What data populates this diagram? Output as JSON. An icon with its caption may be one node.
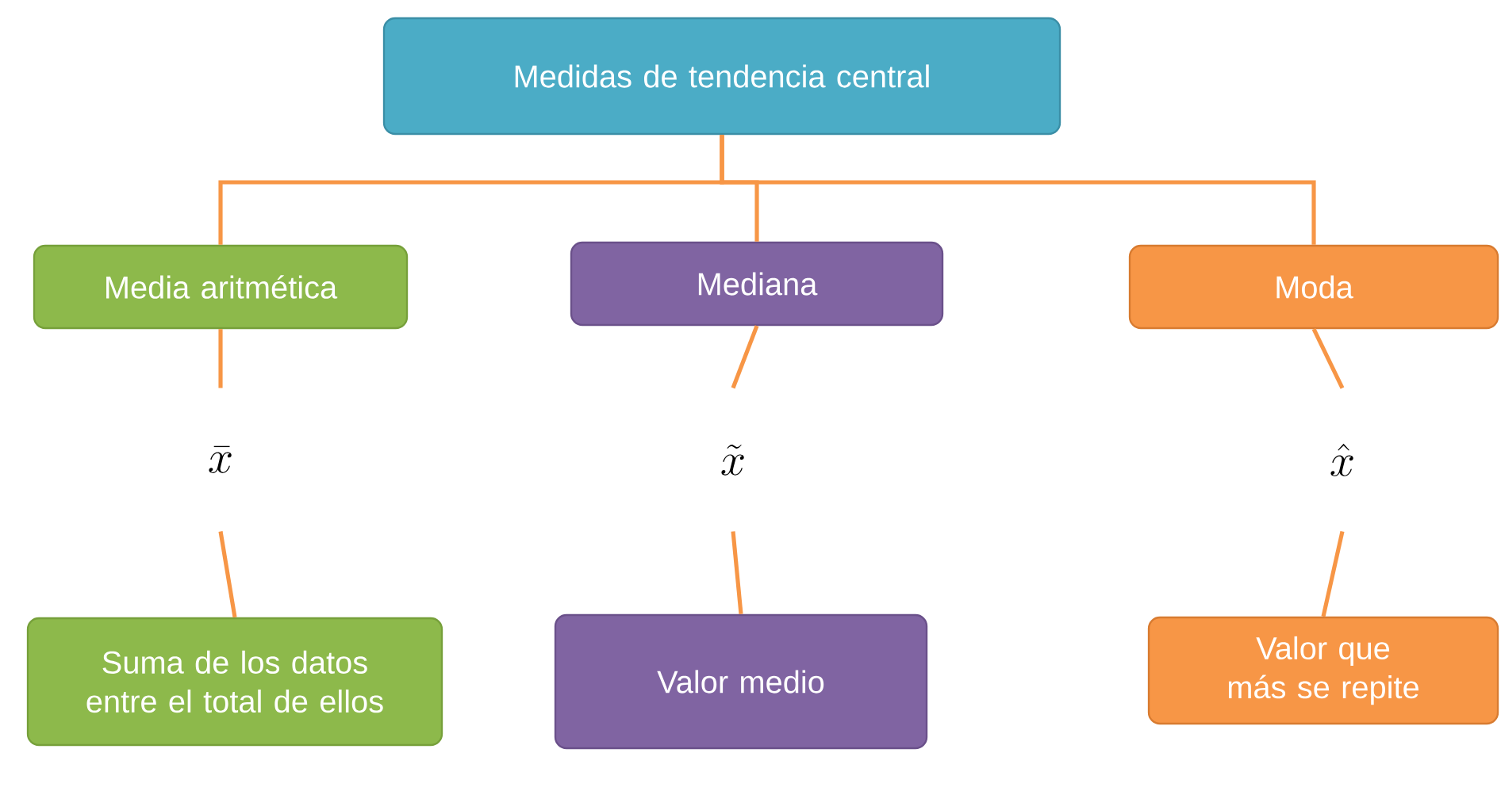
{
  "diagram": {
    "nodes": [
      {
        "text": [
          "Medidas de tendencia central"
        ]
      },
      {
        "text": [
          "Media aritmética"
        ]
      },
      {
        "text": [
          "Mediana"
        ]
      },
      {
        "text": [
          "Moda"
        ]
      },
      {
        "text": [
          "\\bar{x}"
        ]
      },
      {
        "text": [
          "\\tilde{x}"
        ]
      },
      {
        "text": [
          "\\hat{x}"
        ]
      },
      {
        "text": [
          "Suma de los datos entre el total de ellos"
        ]
      },
      {
        "text": [
          "Valor medio"
        ]
      },
      {
        "text": [
          "Valor que más se repite"
        ]
      }
    ],
    "edges": [
      {
        "from": 0,
        "to": 1,
        "arrow": "none"
      },
      {
        "from": 0,
        "to": 2,
        "arrow": "none"
      },
      {
        "from": 0,
        "to": 3,
        "arrow": "none"
      },
      {
        "from": 1,
        "to": 4,
        "arrow": "none"
      },
      {
        "from": 2,
        "to": 5,
        "arrow": "none"
      },
      {
        "from": 3,
        "to": 6,
        "arrow": "none"
      },
      {
        "from": 4,
        "to": 7,
        "arrow": "none"
      },
      {
        "from": 5,
        "to": 8,
        "arrow": "none"
      },
      {
        "from": 6,
        "to": 9,
        "arrow": "none"
      }
    ]
  }
}
